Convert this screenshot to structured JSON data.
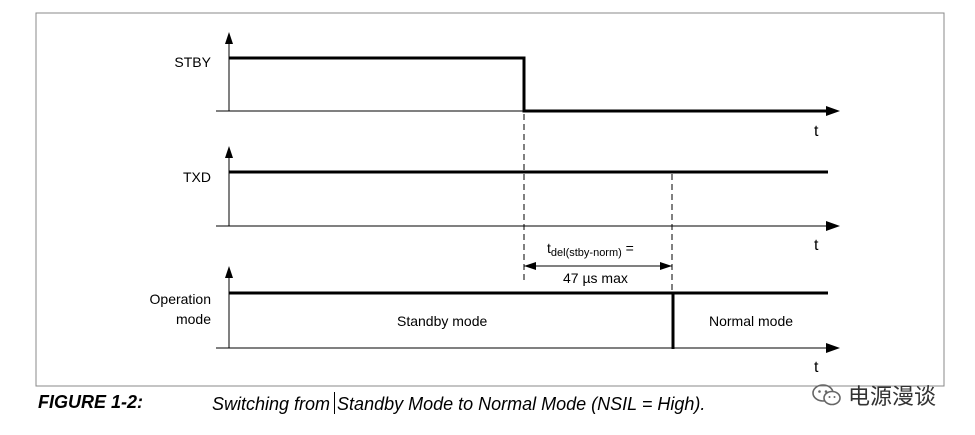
{
  "signals": {
    "stby": {
      "label": "STBY"
    },
    "txd": {
      "label": "TXD"
    },
    "opmode": {
      "label_line1": "Operation",
      "label_line2": "mode",
      "standby_text": "Standby mode",
      "normal_text": "Normal mode"
    }
  },
  "axis": {
    "time_label": "t"
  },
  "timing": {
    "tdel_main": "t",
    "tdel_sub": "del(stby-norm)",
    "tdel_eq": " =",
    "tdel_value": "47 µs max"
  },
  "caption": {
    "number": "FIGURE 1-2:",
    "text_part1": "Switching from",
    "text_part2": "Standby Mode to Normal Mode (NSIL = High)."
  },
  "watermark": {
    "text": "电源漫谈",
    "icon": "wechat-icon"
  }
}
